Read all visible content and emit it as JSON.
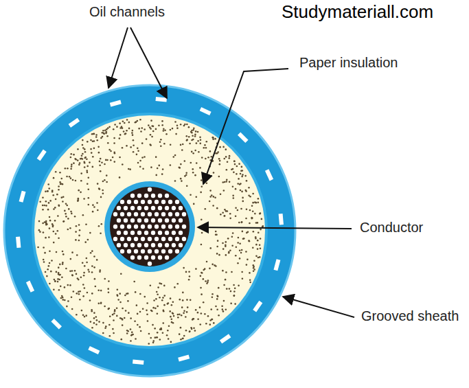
{
  "diagram": {
    "labels": [
      "Oil channels",
      "Studymateriall.com",
      "Paper insulation",
      "Conductor",
      "Grooved sheath"
    ]
  }
}
